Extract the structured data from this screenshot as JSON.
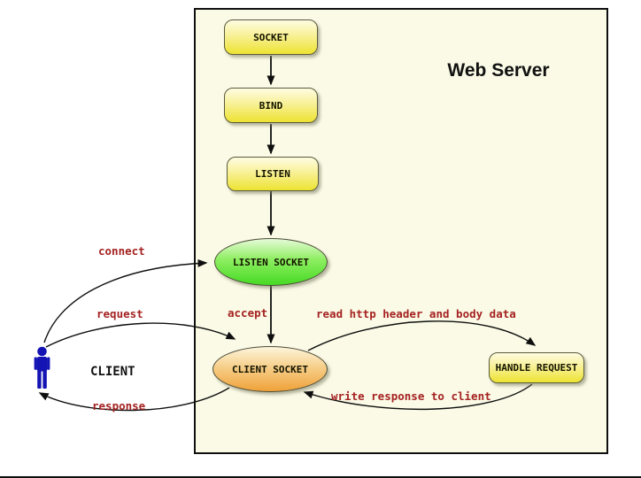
{
  "diagram": {
    "title": "Web Server",
    "nodes": {
      "socket": "SOCKET",
      "bind": "BIND",
      "listen": "LISTEN",
      "listen_socket": "LISTEN SOCKET",
      "client_socket": "CLIENT SOCKET",
      "handle_request": "HANDLE REQUEST",
      "client": "CLIENT"
    },
    "edge_labels": {
      "connect": "connect",
      "request": "request",
      "response": "response",
      "accept": "accept",
      "read": "read http header and body data",
      "write": "write response to client"
    },
    "colors": {
      "server_box_fill": "#fafae6",
      "server_box_border": "#0f0f0f",
      "node_yellow_top": "#fefce2",
      "node_yellow_bottom": "#ede332",
      "ellipse_green_top": "#e6fad8",
      "ellipse_green_bottom": "#46da24",
      "ellipse_orange_top": "#fdf5dc",
      "ellipse_orange_bottom": "#efa239",
      "edge_label_red": "#a52222",
      "client_blue": "#1414b4",
      "arrow_black": "#0f0f0f"
    }
  }
}
